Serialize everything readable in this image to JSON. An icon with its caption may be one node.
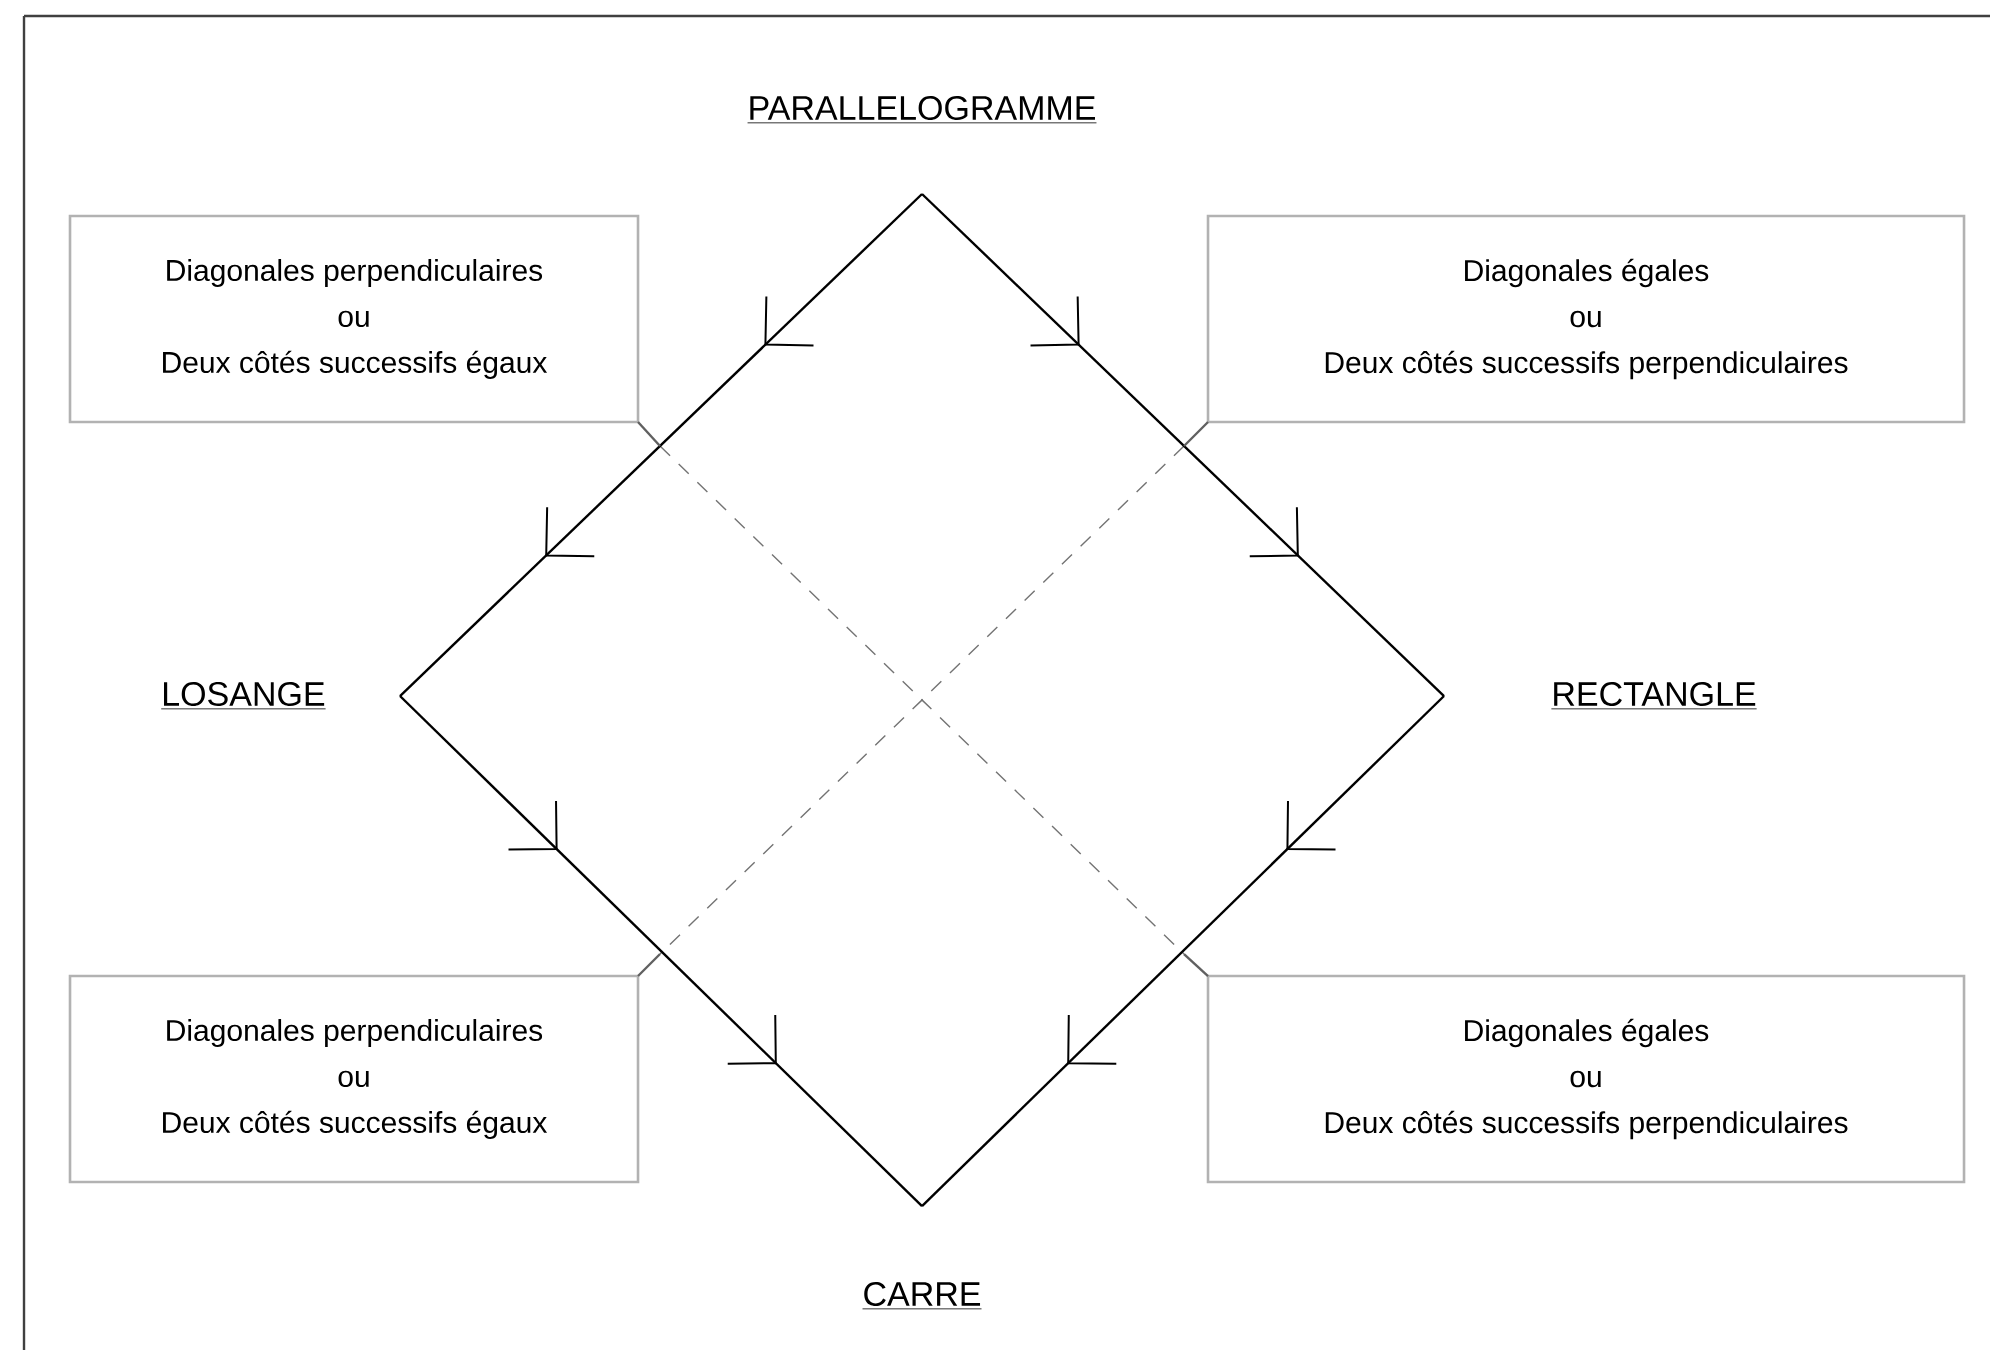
{
  "diagram": {
    "nodes": [
      {
        "text": [
          "PARALLELOGRAMME"
        ]
      },
      {
        "text": [
          "LOSANGE"
        ]
      },
      {
        "text": [
          "RECTANGLE"
        ]
      },
      {
        "text": [
          "CARRE"
        ]
      },
      {
        "text": [
          "Diagonales perpendiculaires",
          "ou",
          "Deux côtés successifs égaux"
        ]
      },
      {
        "text": [
          "Diagonales égales",
          "ou",
          "Deux côtés successifs perpendiculaires"
        ]
      },
      {
        "text": [
          "Diagonales perpendiculaires",
          "ou",
          "Deux côtés successifs égaux"
        ]
      },
      {
        "text": [
          "Diagonales égales",
          "ou",
          "Deux côtés successifs perpendiculaires"
        ]
      }
    ],
    "edges": [
      {
        "from": 0,
        "to": 1,
        "arrow": "to"
      },
      {
        "from": 0,
        "to": 2,
        "arrow": "to"
      },
      {
        "from": 1,
        "to": 3,
        "arrow": "to"
      },
      {
        "from": 2,
        "to": 3,
        "arrow": "to"
      },
      {
        "from": 4,
        "to": null,
        "arrow": "none",
        "color": "#606060"
      },
      {
        "from": 5,
        "to": null,
        "arrow": "none",
        "color": "#606060"
      },
      {
        "from": 6,
        "to": null,
        "arrow": "none",
        "color": "#606060"
      },
      {
        "from": 7,
        "to": null,
        "arrow": "none",
        "color": "#606060"
      }
    ]
  }
}
